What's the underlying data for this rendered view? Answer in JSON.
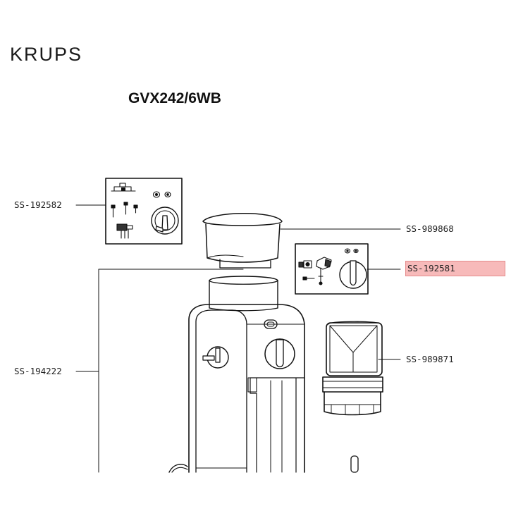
{
  "brand": "KRUPS",
  "model": "GVX242/6WB",
  "parts": [
    {
      "id": "ss192582",
      "code": "SS-192582"
    },
    {
      "id": "ss989868",
      "code": "SS-989868"
    },
    {
      "id": "ss192581",
      "code": "SS-192581",
      "highlighted": true,
      "highlight_color": "#f08282"
    },
    {
      "id": "ss989871",
      "code": "SS-989871"
    },
    {
      "id": "ss194222",
      "code": "SS-194222"
    }
  ]
}
